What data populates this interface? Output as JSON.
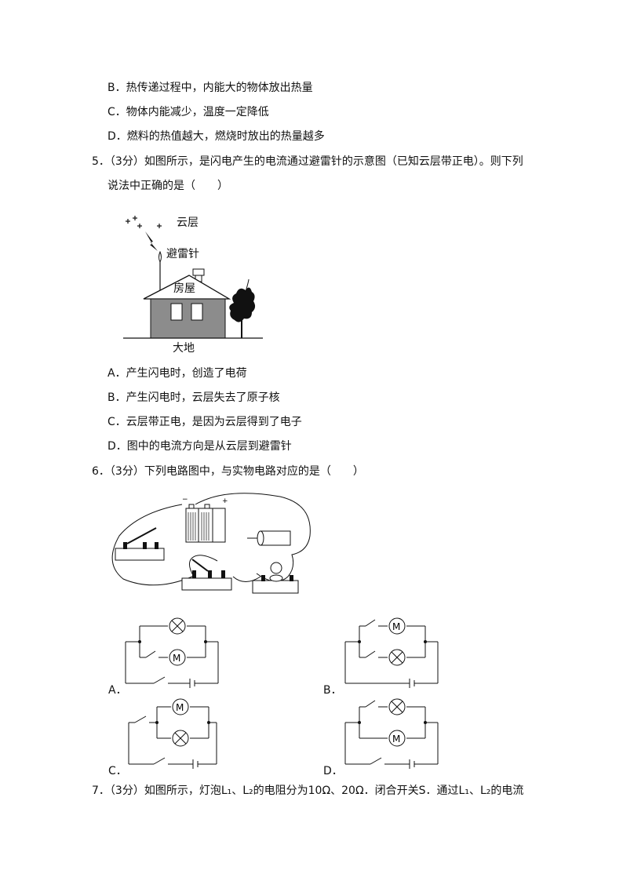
{
  "q4": {
    "optB": "B．热传递过程中，内能大的物体放出热量",
    "optC": "C．物体内能减少，温度一定降低",
    "optD": "D．燃料的热值越大，燃烧时放出的热量越多"
  },
  "q5": {
    "stem_line1": "5．（3分）如图所示，是闪电产生的电流通过避雷针的示意图（已知云层带正电）。则下列",
    "stem_line2": "说法中正确的是（　　）",
    "figure": {
      "cloud": "云层",
      "rod": "避雷针",
      "house": "房屋",
      "ground": "大地"
    },
    "optA": "A．产生闪电时，创造了电荷",
    "optB": "B．产生闪电时，云层失去了原子核",
    "optC": "C．云层带正电，是因为云层得到了电子",
    "optD": "D．图中的电流方向是从云层到避雷针"
  },
  "q6": {
    "stem": "6．（3分）下列电路图中，与实物电路对应的是（　　）",
    "choices": {
      "A": "A．",
      "B": "B．",
      "C": "C．",
      "D": "D．"
    },
    "symbols": {
      "motor": "M"
    }
  },
  "q7": {
    "stem": "7．（3分）如图所示，灯泡L₁、L₂的电阻分为10Ω、20Ω．闭合开关S．通过L₁、L₂的电流"
  }
}
